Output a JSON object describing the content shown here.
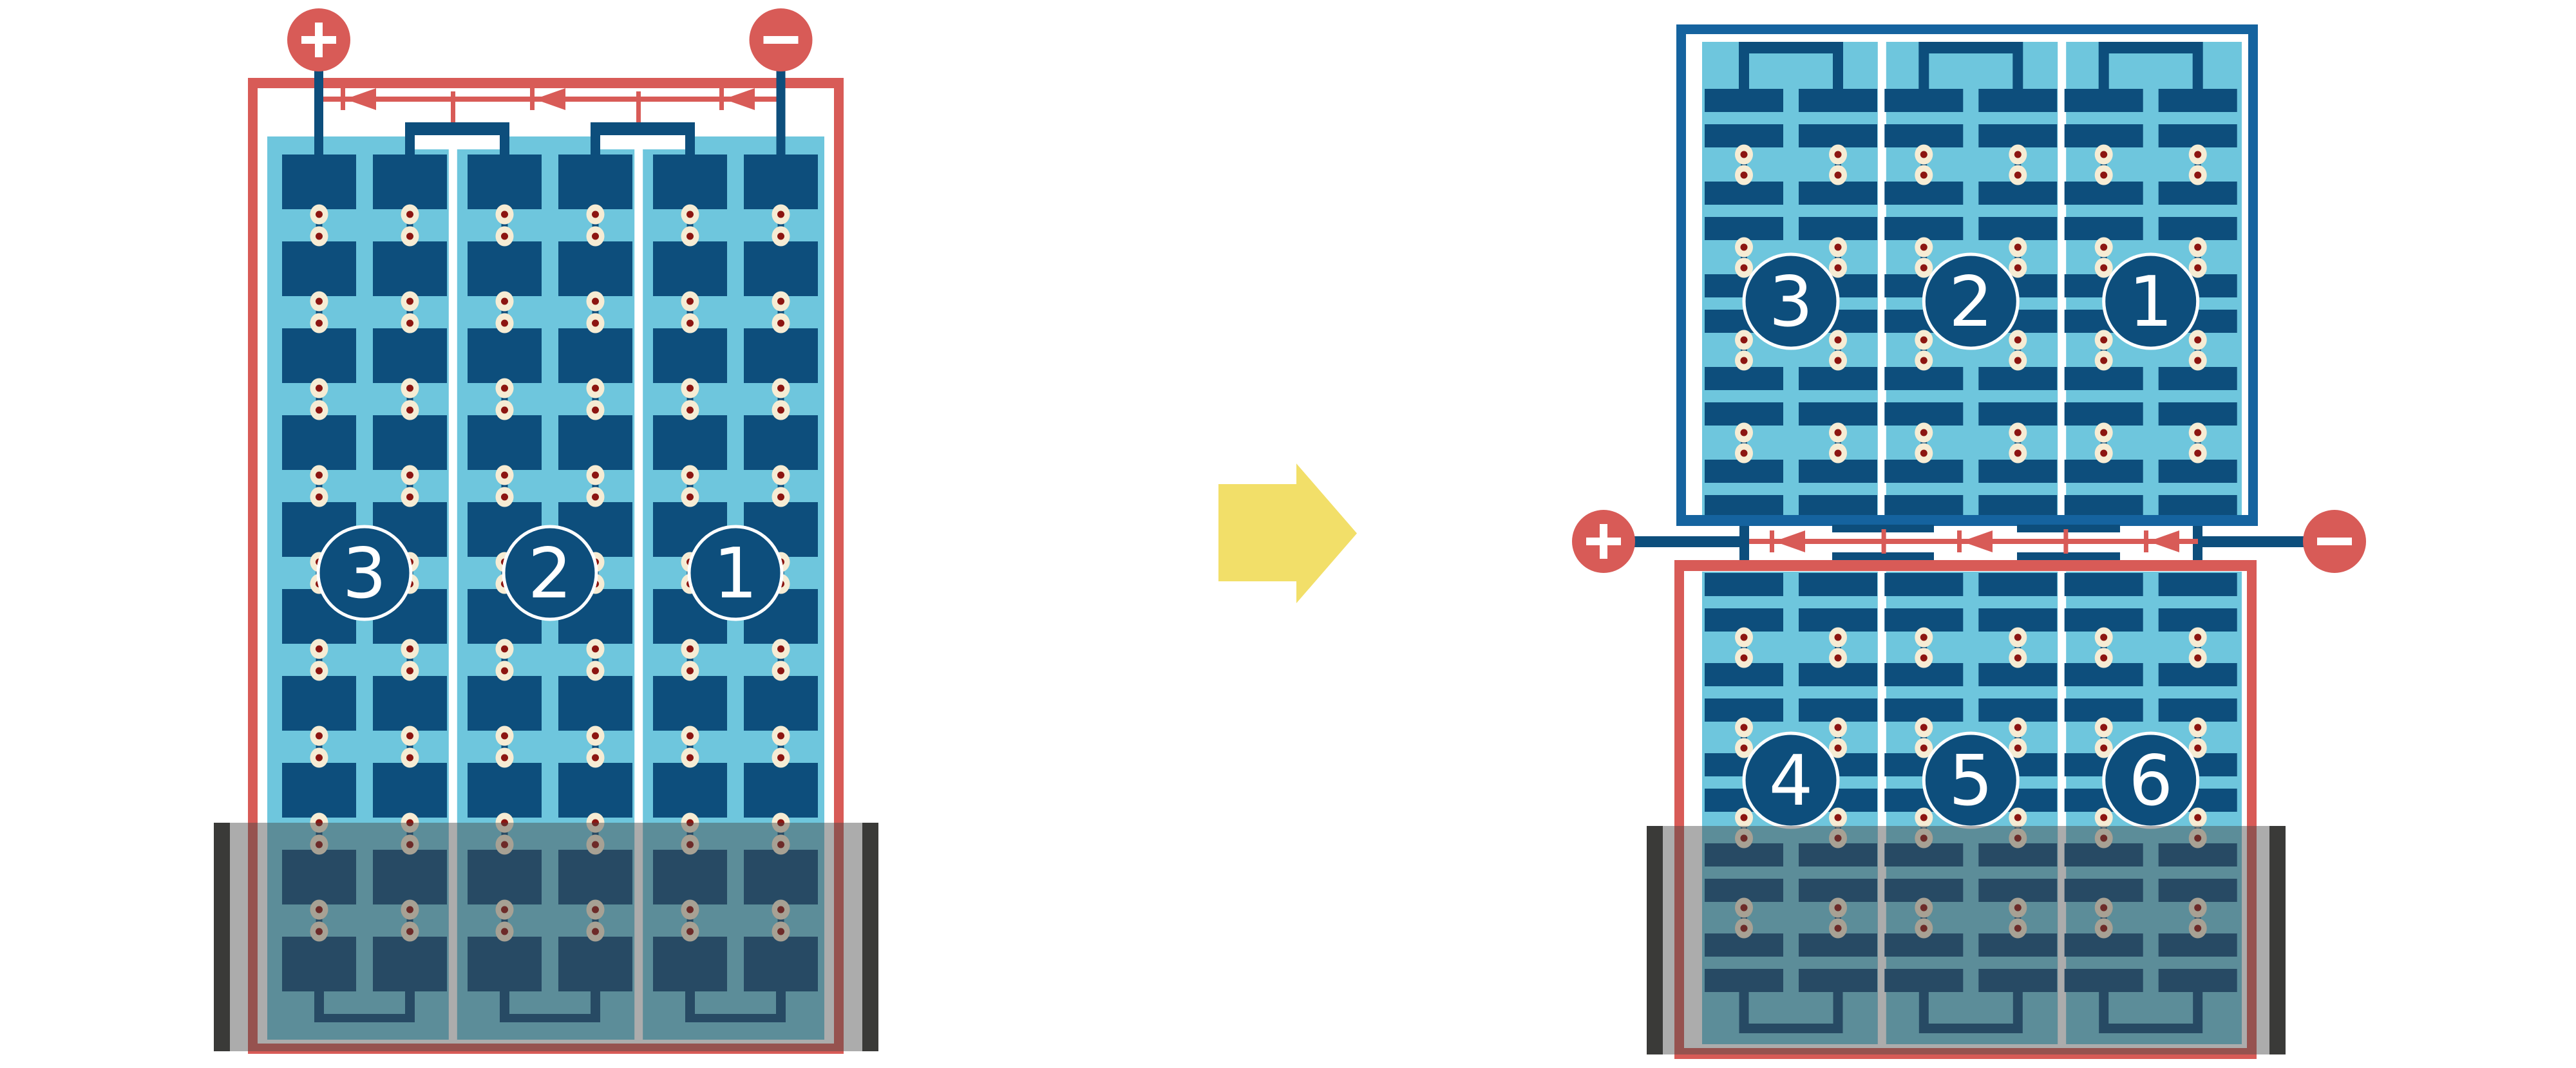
{
  "colors": {
    "red": "#D85B57",
    "dark_blue": "#0D4E7C",
    "module_border_blue": "#15639F",
    "light_blue": "#6EC6DD",
    "dot_outer": "#F6ECD4",
    "dot_inner": "#8C1511",
    "water_overlay": "rgba(70,70,70,0.45)",
    "water_cap": "#3A3A38",
    "arrow_yellow": "#F2DF69",
    "white": "#FFFFFF"
  },
  "left_panel": {
    "terminals": [
      {
        "sign": "+"
      },
      {
        "sign": "−"
      }
    ],
    "strings": [
      {
        "label": "3"
      },
      {
        "label": "2"
      },
      {
        "label": "1"
      }
    ]
  },
  "right_assembly": {
    "top_module": {
      "strings": [
        {
          "label": "3"
        },
        {
          "label": "2"
        },
        {
          "label": "1"
        }
      ]
    },
    "bottom_module": {
      "strings": [
        {
          "label": "4"
        },
        {
          "label": "5"
        },
        {
          "label": "6"
        }
      ]
    },
    "terminals": [
      {
        "sign": "+"
      },
      {
        "sign": "−"
      }
    ]
  },
  "transform_arrow": {
    "direction": "right"
  }
}
